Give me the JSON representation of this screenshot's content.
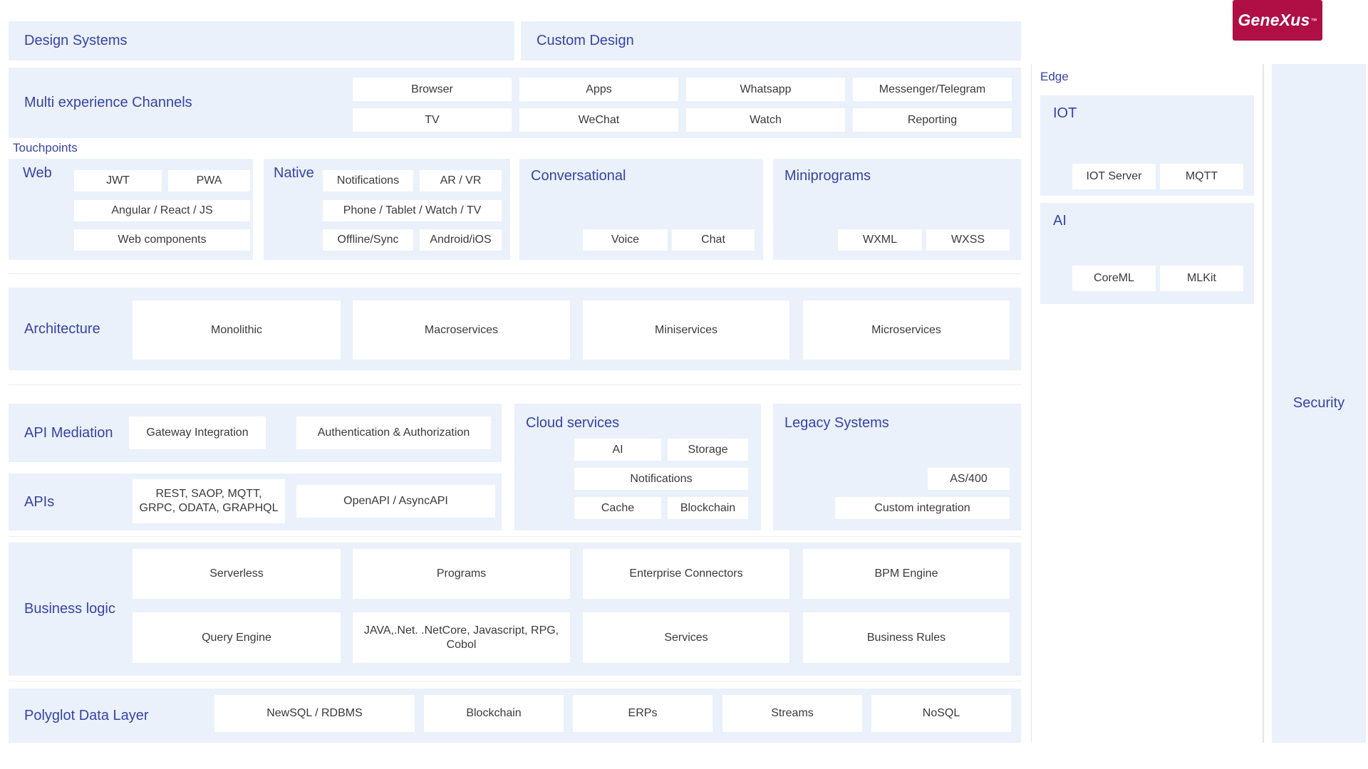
{
  "colors": {
    "brand_red": "#B00F45",
    "panel_blue": "#EAF1FB",
    "heading_blue": "#3743A6",
    "chip_text": "#3A3A3A"
  },
  "logo": {
    "text": "GeneXus",
    "tm": "™"
  },
  "top": {
    "design_systems": "Design Systems",
    "custom_design": "Custom Design"
  },
  "channels": {
    "title": "Multi experience Channels",
    "row1": [
      "Browser",
      "Apps",
      "Whatsapp",
      "Messenger/Telegram"
    ],
    "row2": [
      "TV",
      "WeChat",
      "Watch",
      "Reporting"
    ]
  },
  "touchpoints": {
    "label": "Touchpoints",
    "web": {
      "title": "Web",
      "row1": [
        "JWT",
        "PWA"
      ],
      "row2": "Angular / React / JS",
      "row3": "Web components"
    },
    "native": {
      "title": "Native",
      "row1": [
        "Notifications",
        "AR / VR"
      ],
      "row2": "Phone / Tablet / Watch / TV",
      "row3": [
        "Offline/Sync",
        "Android/iOS"
      ]
    },
    "conversational": {
      "title": "Conversational",
      "chips": [
        "Voice",
        "Chat"
      ]
    },
    "miniprograms": {
      "title": "Miniprograms",
      "chips": [
        "WXML",
        "WXSS"
      ]
    }
  },
  "architecture": {
    "title": "Architecture",
    "cards": [
      "Monolithic",
      "Macroservices",
      "Miniservices",
      "Microservices"
    ]
  },
  "api_mediation": {
    "title": "API Mediation",
    "chips": [
      "Gateway Integration",
      "Authentication & Authorization"
    ]
  },
  "apis": {
    "title": "APIs",
    "chips": [
      "REST, SAOP, MQTT, GRPC, ODATA, GRAPHQL",
      "OpenAPI / AsyncAPI"
    ]
  },
  "cloud": {
    "title": "Cloud services",
    "row1": [
      "AI",
      "Storage"
    ],
    "row2": [
      "Notifications"
    ],
    "row3": [
      "Cache",
      "Blockchain"
    ]
  },
  "legacy": {
    "title": "Legacy Systems",
    "chips": [
      "AS/400",
      "Custom integration"
    ]
  },
  "business": {
    "title": "Business logic",
    "row1": [
      "Serverless",
      "Programs",
      "Enterprise Connectors",
      "BPM Engine"
    ],
    "row2": [
      "Query Engine",
      "JAVA,.Net. .NetCore, Javascript, RPG, Cobol",
      "Services",
      "Business Rules"
    ]
  },
  "polyglot": {
    "title": "Polyglot Data Layer",
    "chips": [
      "NewSQL / RDBMS",
      "Blockchain",
      "ERPs",
      "Streams",
      "NoSQL"
    ]
  },
  "edge": {
    "label": "Edge",
    "iot": {
      "title": "IOT",
      "chips": [
        "IOT Server",
        "MQTT"
      ]
    },
    "ai": {
      "title": "AI",
      "chips": [
        "CoreML",
        "MLKit"
      ]
    }
  },
  "security": {
    "title": "Security"
  }
}
